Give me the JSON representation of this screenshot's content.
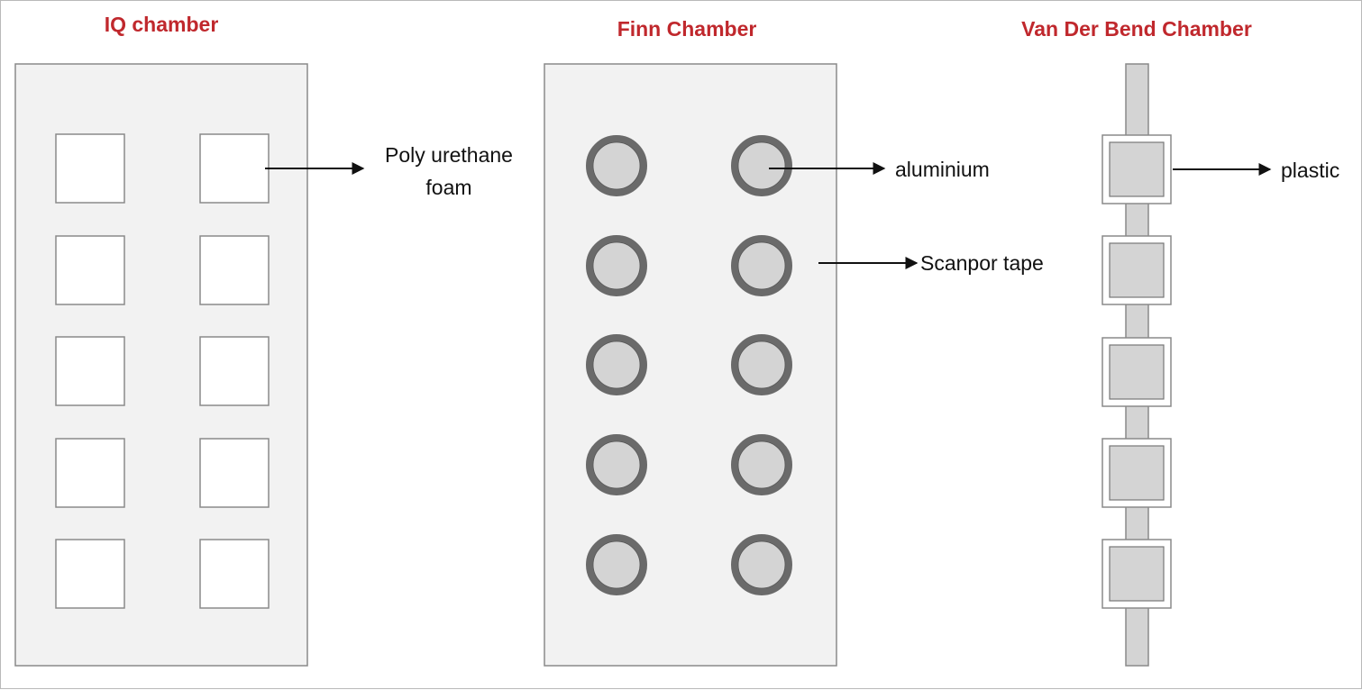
{
  "colors": {
    "title": "#c0282d",
    "panel_fill": "#f2f2f2",
    "panel_stroke": "#8a8a8a",
    "foam_fill": "#ffffff",
    "aluminium_fill": "#d4d4d4",
    "tape_ring": "#6a6a6a",
    "plastic_fill": "#d4d4d4",
    "strip_fill": "#d4d4d4",
    "arrow": "#111111"
  },
  "chambers": [
    {
      "id": "iq",
      "title": "IQ chamber"
    },
    {
      "id": "finn",
      "title": "Finn Chamber"
    },
    {
      "id": "vdb",
      "title": "Van Der Bend Chamber"
    }
  ],
  "labels": {
    "foam_line1": "Poly urethane",
    "foam_line2": "foam",
    "aluminium": "aluminium",
    "scanpor": "Scanpor tape",
    "plastic": "plastic"
  }
}
